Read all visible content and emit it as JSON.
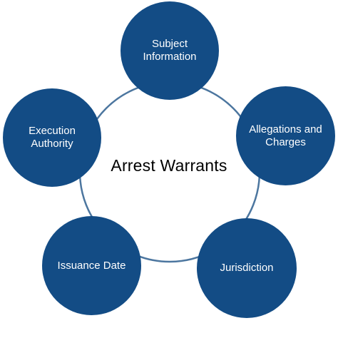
{
  "diagram": {
    "center_label": "Arrest Warrants",
    "colors": {
      "node_fill": "#134C85",
      "ring_stroke": "#4C769F",
      "node_text": "#FFFFFF",
      "center_text": "#000000"
    },
    "nodes": [
      {
        "label": "Subject\nInformation"
      },
      {
        "label": "Allegations and\nCharges"
      },
      {
        "label": "Jurisdiction"
      },
      {
        "label": "Issuance Date"
      },
      {
        "label": "Execution\nAuthority"
      }
    ]
  }
}
